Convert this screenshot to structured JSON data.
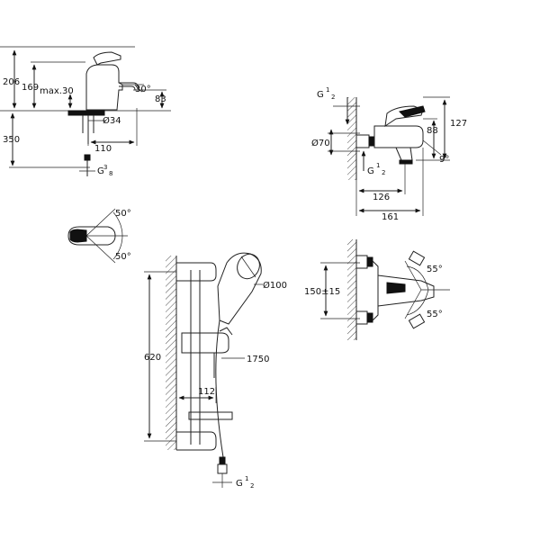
{
  "basin_mixer_front": {
    "height_total": "206",
    "height_spout": "169",
    "max_label": "max.30",
    "angle": "30°",
    "spout_height": "83",
    "hole_diameter": "Ø34",
    "below_deck": "350",
    "reach": "110",
    "thread_main": "G",
    "thread_sup": "3",
    "thread_sub": "8"
  },
  "basin_mixer_top": {
    "angle_up": "50°",
    "angle_down": "50°"
  },
  "bath_mixer_side": {
    "thread_top_main": "G",
    "thread_top_sup": "1",
    "thread_top_sub": "2",
    "height_127": "127",
    "height_88": "88",
    "diameter": "Ø70",
    "thread_bottom_main": "G",
    "thread_bottom_sup": "1",
    "thread_bottom_sub": "2",
    "angle": "9°",
    "depth_126": "126",
    "depth_161": "161"
  },
  "bath_mixer_front": {
    "centers": "150±15",
    "angle_up": "55°",
    "angle_down": "55°"
  },
  "shower_set": {
    "head_diameter": "Ø100",
    "hose_length": "1750",
    "rail_height": "620",
    "bracket": "112",
    "thread_main": "G",
    "thread_sup": "1",
    "thread_sub": "2"
  }
}
